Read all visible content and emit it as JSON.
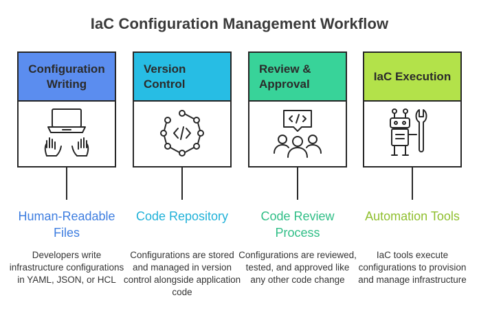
{
  "title": "IaC Configuration Management Workflow",
  "stages": [
    {
      "header": "Configuration Writing",
      "header_color": "#5b8def",
      "icon": "laptop-typing-icon",
      "subtitle": "Human-Readable Files",
      "subtitle_color": "#3d7de0",
      "description": "Developers write infrastructure configurations in YAML, JSON, or HCL"
    },
    {
      "header": "Version Control",
      "header_color": "#27bde4",
      "icon": "code-network-icon",
      "subtitle": "Code Repository",
      "subtitle_color": "#1fb1d8",
      "description": "Configurations are stored and managed in version control alongside application code"
    },
    {
      "header": "Review & Approval",
      "header_color": "#38d399",
      "icon": "team-code-review-icon",
      "subtitle": "Code Review Process",
      "subtitle_color": "#2fbe86",
      "description": "Configurations are reviewed, tested, and approved like any other code change"
    },
    {
      "header": "IaC Execution",
      "header_color": "#b3e24a",
      "icon": "robot-wrench-icon",
      "subtitle": "Automation Tools",
      "subtitle_color": "#8fbf2e",
      "description": "IaC tools execute configurations to provision and manage infrastructure"
    }
  ]
}
